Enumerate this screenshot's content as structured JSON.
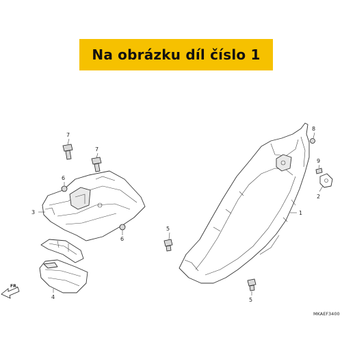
{
  "banner": {
    "text": "Na obrázku díl číslo 1"
  },
  "callouts": {
    "c1": "1",
    "c2": "2",
    "c3": "3",
    "c4": "4",
    "c5a": "5",
    "c5b": "5",
    "c6a": "6",
    "c6b": "6",
    "c7a": "7",
    "c7b": "7",
    "c8": "8",
    "c9": "9"
  },
  "direction_label": "FR.",
  "diagram_code": "MKAEF3400",
  "colors": {
    "banner": "#f6c100",
    "line": "#333333"
  }
}
